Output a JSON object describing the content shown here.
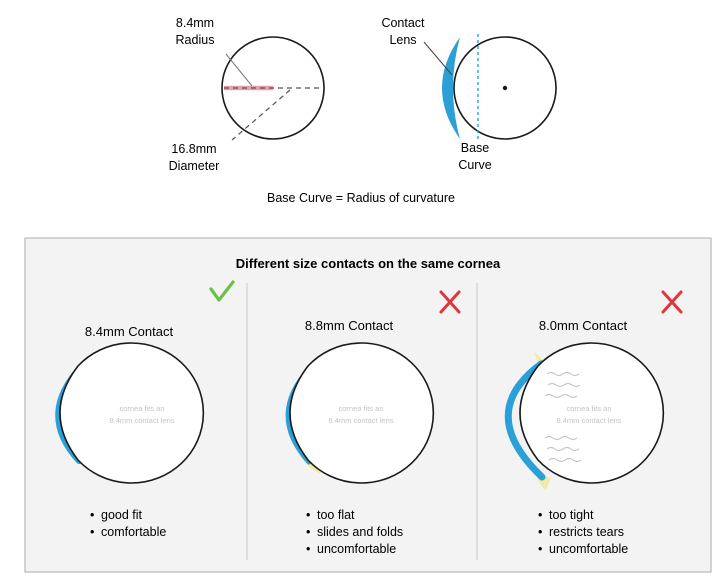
{
  "top": {
    "radius_label": [
      "8.4mm",
      "Radius"
    ],
    "diameter_label": [
      "16.8mm",
      "Diameter"
    ],
    "contact_lens_label": [
      "Contact",
      "Lens"
    ],
    "base_curve_label": [
      "Base",
      "Curve"
    ],
    "caption": "Base Curve = Radius of curvature"
  },
  "panel": {
    "title": "Different size contacts on the same cornea",
    "columns": [
      {
        "heading": "8.4mm Contact",
        "verdict": "check",
        "cornea_text": [
          "cornea fits an",
          "8.4mm contact lens"
        ],
        "bullets": [
          "good fit",
          "comfortable"
        ]
      },
      {
        "heading": "8.8mm Contact",
        "verdict": "cross",
        "cornea_text": [
          "cornea fits an",
          "8.4mm contact lens"
        ],
        "bullets": [
          "too flat",
          "slides and folds",
          "uncomfortable"
        ]
      },
      {
        "heading": "8.0mm Contact",
        "verdict": "cross",
        "cornea_text": [
          "cornea fits an",
          "8.4mm contact lens"
        ],
        "bullets": [
          "too tight",
          "restricts tears",
          "uncomfortable"
        ]
      }
    ]
  },
  "colors": {
    "lens_blue": "#2a9fd8",
    "tear_yellow": "#f1e9a6",
    "radius_pink": "#e8a0a8",
    "check_green": "#6cc04a",
    "cross_red": "#e0353b",
    "panel_bg": "#f3f3f3",
    "muted_text": "#c4c4c4"
  }
}
